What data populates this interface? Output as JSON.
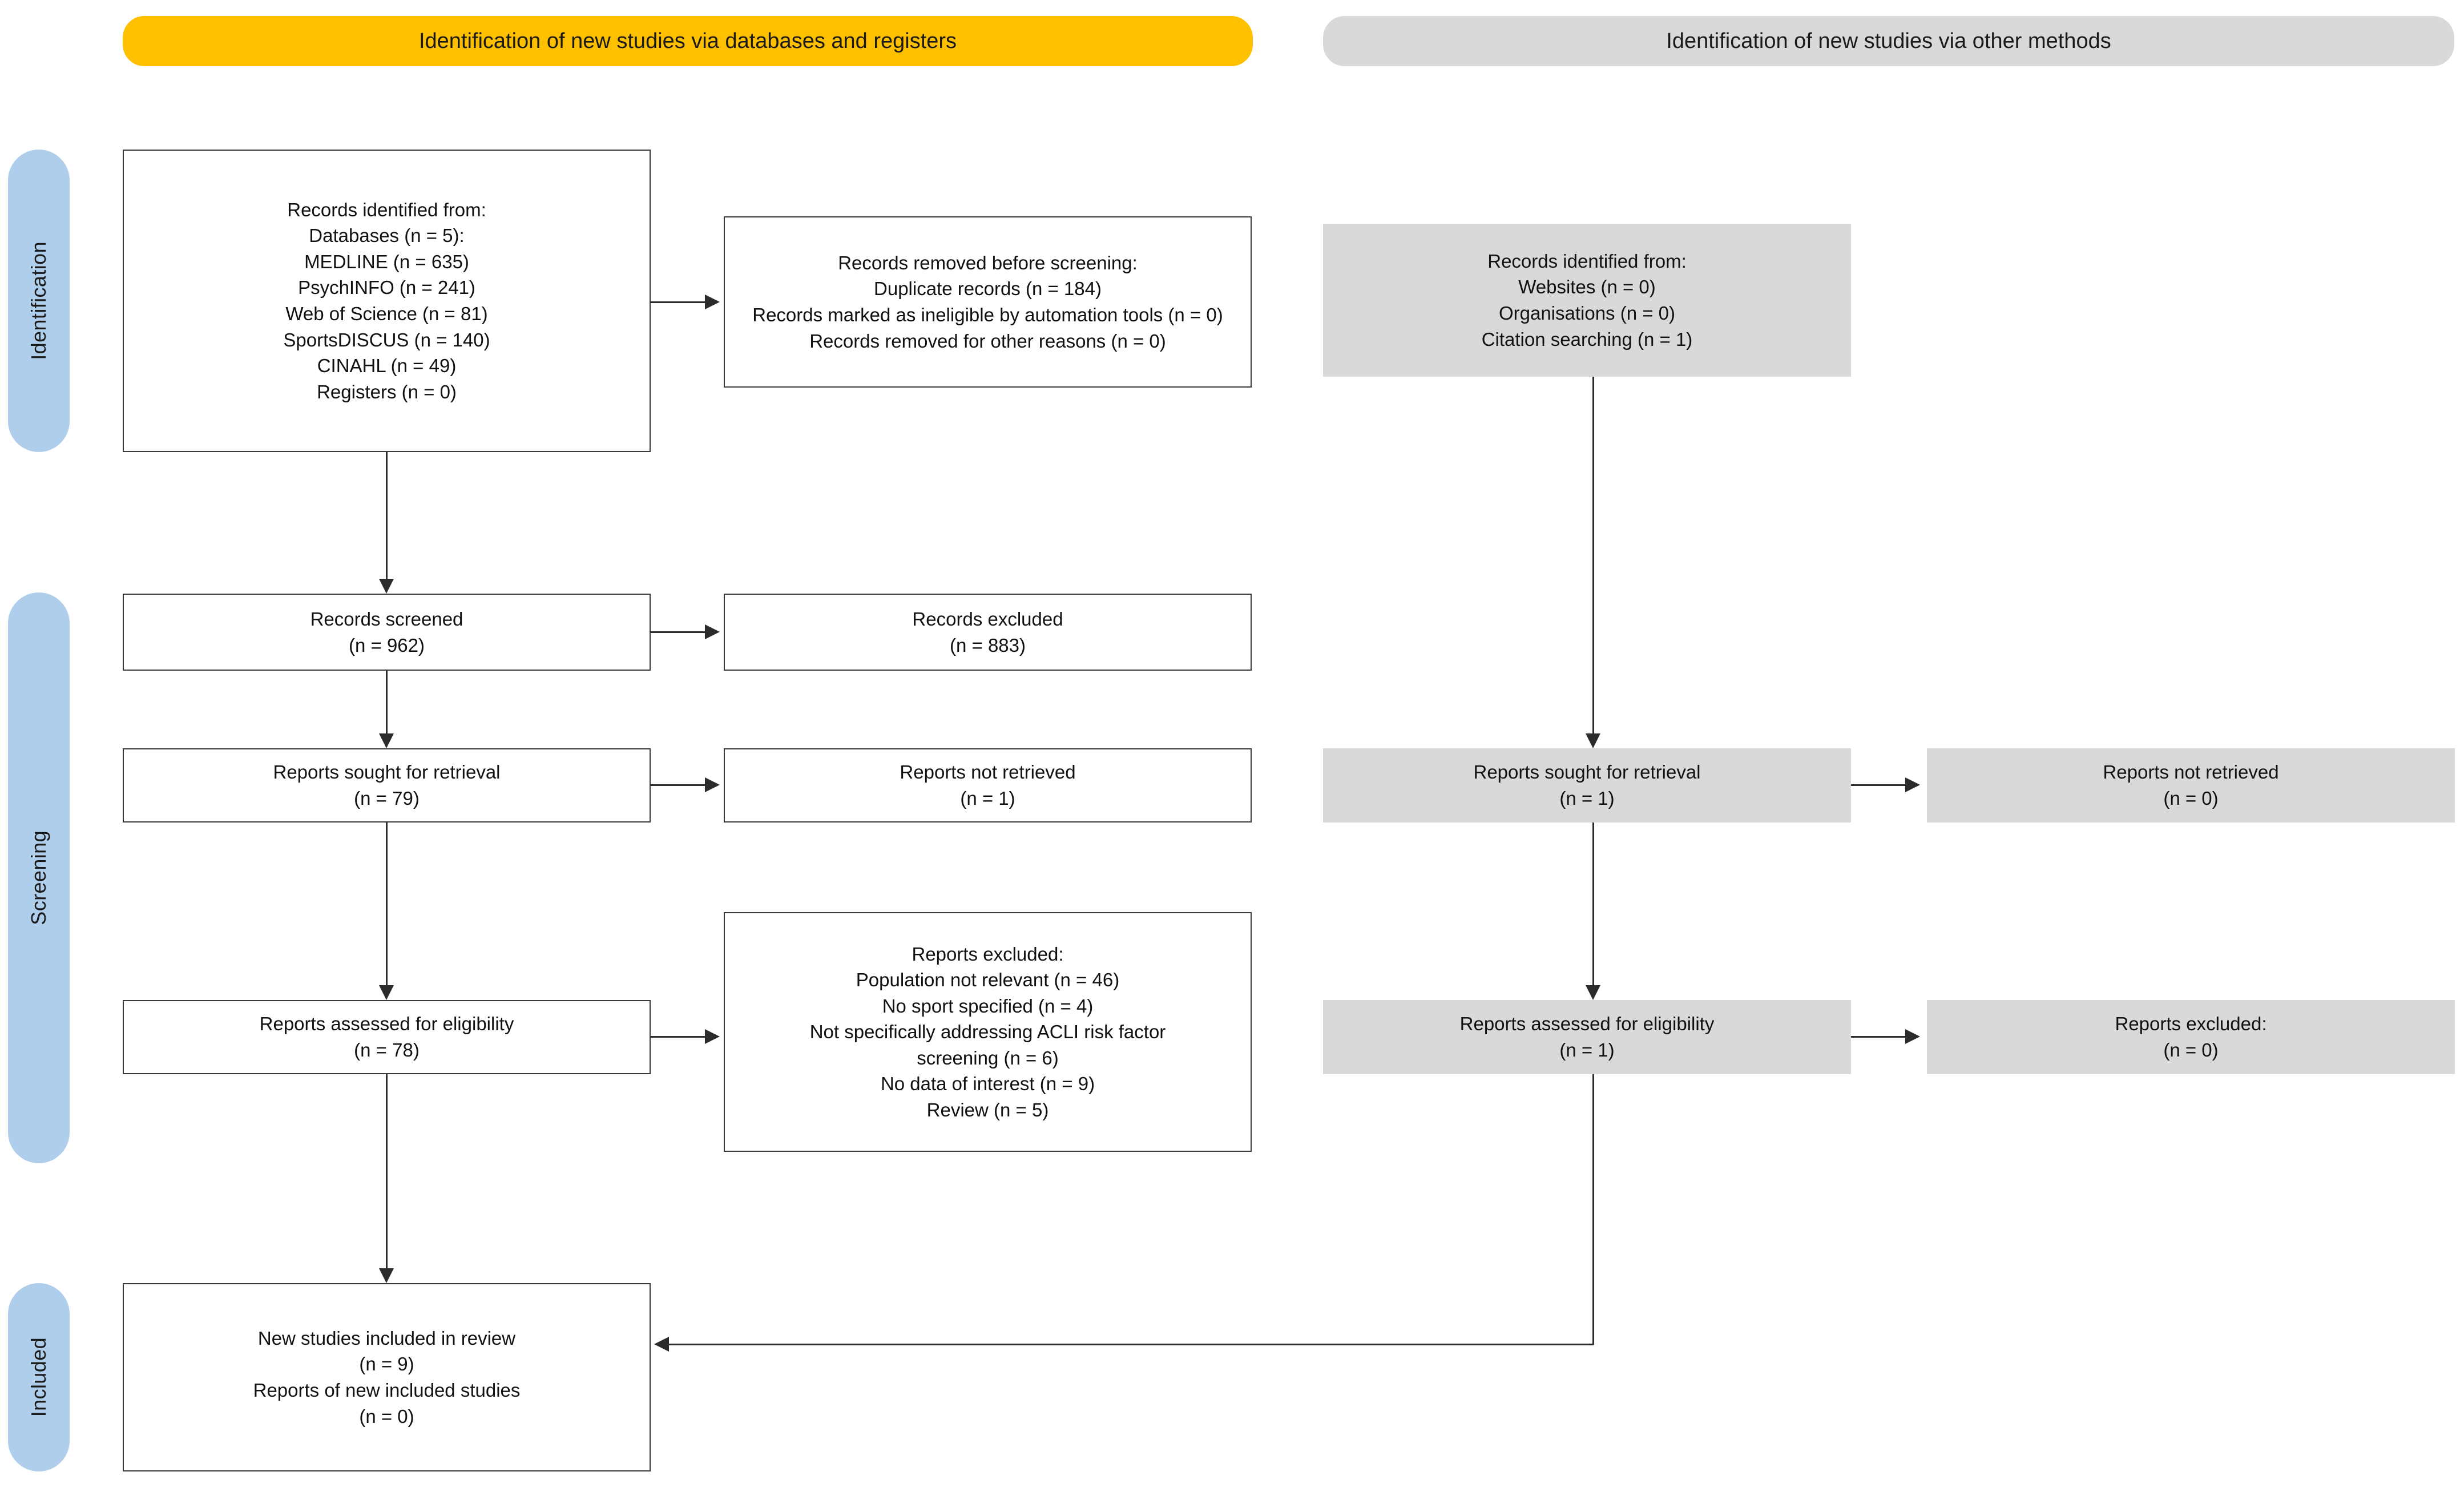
{
  "colors": {
    "identification_banner": "#FFC000",
    "other_methods_banner": "#D9D9D9",
    "stage_rail": "#AFCEEC",
    "grey_box": "#D9D9D9",
    "box_border": "#3a3a3a",
    "connector": "#2b2b2b"
  },
  "banners": {
    "left": "Identification of new studies via databases and registers",
    "right": "Identification of new studies via other methods"
  },
  "rails": {
    "identification": "Identification",
    "screening": "Screening",
    "included": "Included"
  },
  "boxes": {
    "records_identified_databases": {
      "title": "Records identified from:",
      "lines": [
        "Databases (n = 5):",
        "MEDLINE (n = 635)",
        "PsychINFO (n = 241)",
        "Web of Science (n = 81)",
        "SportsDISCUS (n = 140)",
        "CINAHL (n = 49)",
        "Registers (n = 0)"
      ]
    },
    "records_removed": {
      "title": "Records removed before screening:",
      "lines": [
        "Duplicate records (n = 184)",
        "Records marked as ineligible by automation tools (n = 0)",
        "Records removed for other reasons (n = 0)"
      ]
    },
    "records_identified_other": {
      "title": "Records identified from:",
      "lines": [
        "Websites (n = 0)",
        "Organisations (n = 0)",
        "Citation searching (n = 1)"
      ]
    },
    "records_screened": {
      "title": "Records screened",
      "count": "(n = 962)"
    },
    "records_excluded": {
      "title": "Records excluded",
      "count": "(n = 883)"
    },
    "reports_sought_left": {
      "title": "Reports sought for retrieval",
      "count": "(n = 79)"
    },
    "reports_not_retrieved_left": {
      "title": "Reports not retrieved",
      "count": "(n = 1)"
    },
    "reports_sought_right": {
      "title": "Reports sought for retrieval",
      "count": "(n = 1)"
    },
    "reports_not_retrieved_right": {
      "title": "Reports not retrieved",
      "count": "(n = 0)"
    },
    "reports_assessed_left": {
      "title": "Reports assessed for eligibility",
      "count": "(n = 78)"
    },
    "reports_excluded_detail": {
      "title": "Reports excluded:",
      "lines": [
        "Population not relevant (n = 46)",
        "No sport specified (n = 4)",
        "Not specifically addressing ACLI risk factor screening (n = 6)",
        "No data of interest (n = 9)",
        "Review (n = 5)"
      ]
    },
    "reports_assessed_right": {
      "title": "Reports assessed for eligibility",
      "count": "(n = 1)"
    },
    "reports_excluded_right": {
      "title": "Reports excluded:",
      "count": "(n = 0)"
    },
    "new_studies_included": {
      "line1": "New studies included in review",
      "count1": "(n = 9)",
      "line2": "Reports of new included studies",
      "count2": "(n = 0)"
    }
  }
}
